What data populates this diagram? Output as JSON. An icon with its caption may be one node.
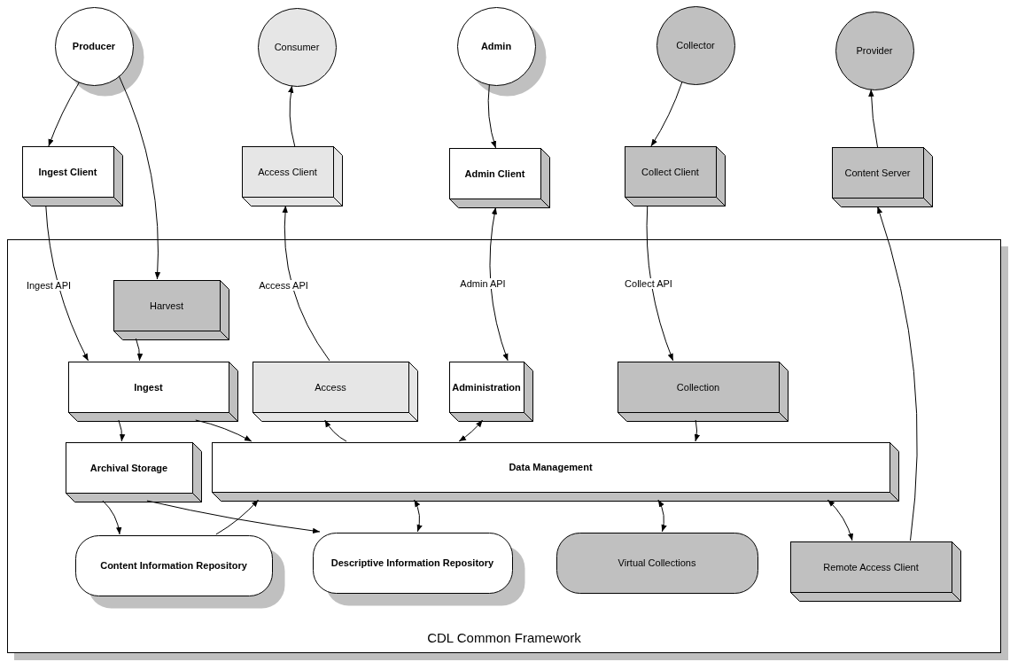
{
  "diagram": {
    "nodes": [
      {
        "text": [
          "Producer"
        ]
      },
      {
        "text": [
          "Consumer"
        ]
      },
      {
        "text": [
          "Admin"
        ]
      },
      {
        "text": [
          "Collector"
        ]
      },
      {
        "text": [
          "Provider"
        ]
      },
      {
        "text": [
          "Ingest Client"
        ]
      },
      {
        "text": [
          "Access Client"
        ]
      },
      {
        "text": [
          "Admin Client"
        ]
      },
      {
        "text": [
          "Collect Client"
        ]
      },
      {
        "text": [
          "Content Server"
        ]
      },
      {
        "text": [
          "CDL Common Framework"
        ]
      },
      {
        "text": [
          "Harvest"
        ],
        "in": 10
      },
      {
        "text": [
          "Ingest"
        ],
        "in": 10
      },
      {
        "text": [
          "Access"
        ],
        "in": 10
      },
      {
        "text": [
          "Administration"
        ],
        "in": 10
      },
      {
        "text": [
          "Collection"
        ],
        "in": 10
      },
      {
        "text": [
          "Archival Storage"
        ],
        "in": 10
      },
      {
        "text": [
          "Data Management"
        ],
        "in": 10
      },
      {
        "text": [
          "Content Information Repository"
        ],
        "in": 10
      },
      {
        "text": [
          "Descriptive Information Repository"
        ],
        "in": 10
      },
      {
        "text": [
          "Virtual Collections"
        ],
        "in": 10
      },
      {
        "text": [
          "Remote Access Client"
        ],
        "in": 10
      }
    ],
    "edges": [
      {
        "from": 0,
        "to": 5,
        "arrow": "to"
      },
      {
        "from": 0,
        "to": 11,
        "arrow": "to"
      },
      {
        "from": 6,
        "to": 1,
        "arrow": "to"
      },
      {
        "from": 2,
        "to": 7,
        "arrow": "to"
      },
      {
        "from": 3,
        "to": 8,
        "arrow": "to"
      },
      {
        "from": 9,
        "to": 4,
        "arrow": "to"
      },
      {
        "from": 5,
        "to": 12,
        "arrow": "to",
        "label": "Ingest API"
      },
      {
        "from": 11,
        "to": 12,
        "arrow": "to"
      },
      {
        "from": 13,
        "to": 6,
        "arrow": "to",
        "label": "Access API"
      },
      {
        "from": 7,
        "to": 14,
        "arrow": "both",
        "label": "Admin API"
      },
      {
        "from": 8,
        "to": 15,
        "arrow": "to",
        "label": "Collect API"
      },
      {
        "from": 12,
        "to": 16,
        "arrow": "to"
      },
      {
        "from": 12,
        "to": 17,
        "arrow": "to"
      },
      {
        "from": 17,
        "to": 13,
        "arrow": "to"
      },
      {
        "from": 14,
        "to": 17,
        "arrow": "both"
      },
      {
        "from": 15,
        "to": 17,
        "arrow": "to"
      },
      {
        "from": 16,
        "to": 18,
        "arrow": "to"
      },
      {
        "from": 16,
        "to": 19,
        "arrow": "to"
      },
      {
        "from": 18,
        "to": 17,
        "arrow": "to"
      },
      {
        "from": 17,
        "to": 19,
        "arrow": "both"
      },
      {
        "from": 17,
        "to": 20,
        "arrow": "both"
      },
      {
        "from": 17,
        "to": 21,
        "arrow": "both"
      },
      {
        "from": 21,
        "to": 9,
        "arrow": "to"
      }
    ]
  }
}
